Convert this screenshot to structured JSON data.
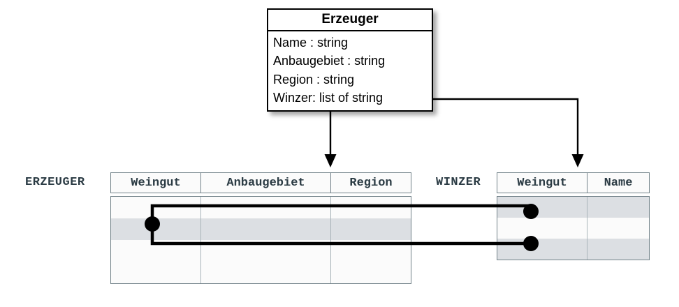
{
  "diagram": {
    "uml_class": {
      "name": "Erzeuger",
      "attributes": [
        "Name : string",
        "Anbaugebiet : string",
        "Region : string",
        "Winzer: list of string"
      ]
    },
    "tables": [
      {
        "label": "ERZEUGER",
        "columns": [
          "Weingut",
          "Anbaugebiet",
          "Region"
        ],
        "rows": [
          {
            "cells": [
              "",
              "",
              ""
            ],
            "highlighted": false
          },
          {
            "cells": [
              "",
              "",
              ""
            ],
            "highlighted": true
          },
          {
            "cells": [
              "",
              "",
              ""
            ],
            "highlighted": false
          },
          {
            "cells": [
              "",
              "",
              ""
            ],
            "highlighted": false
          }
        ]
      },
      {
        "label": "WINZER",
        "columns": [
          "Weingut",
          "Name"
        ],
        "rows": [
          {
            "cells": [
              "",
              ""
            ],
            "highlighted": true
          },
          {
            "cells": [
              "",
              ""
            ],
            "highlighted": false
          },
          {
            "cells": [
              "",
              ""
            ],
            "highlighted": true
          }
        ]
      }
    ],
    "colors": {
      "line": "#000000",
      "table_border": "#728289",
      "cell_border": "#a9b4b9",
      "row_highlight": "#dcdfe3",
      "label_text": "#2b3b44",
      "table_background": "#fbfbfb",
      "class_background": "#ffffff"
    }
  }
}
